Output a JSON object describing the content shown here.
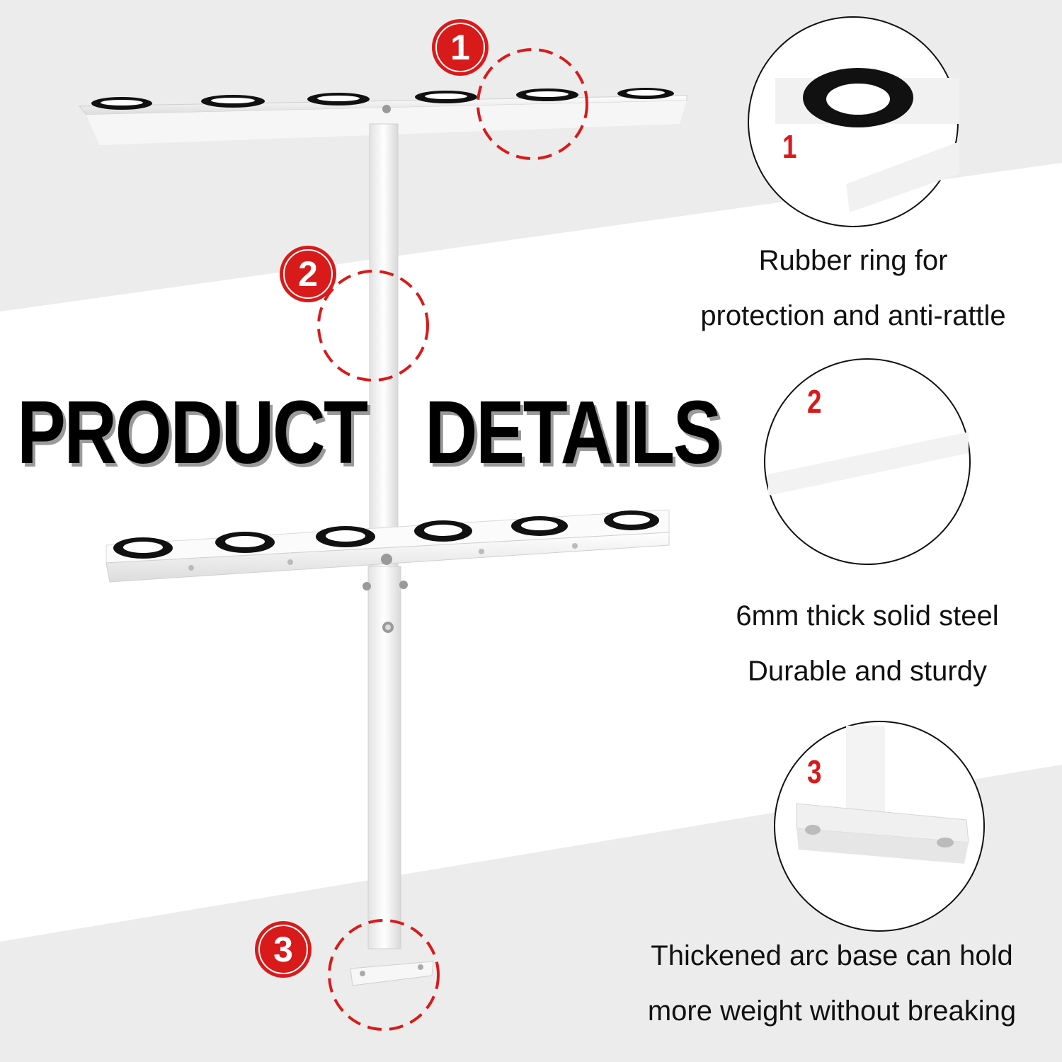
{
  "headline": {
    "word1": "PRODUCT",
    "word2": "DETAILS"
  },
  "markers": [
    "1",
    "2",
    "3"
  ],
  "details": [
    {
      "number": "1",
      "caption_line1": "Rubber ring for",
      "caption_line2": "protection and anti-rattle"
    },
    {
      "number": "2",
      "caption_line1": "6mm thick solid steel",
      "caption_line2": "Durable and sturdy"
    },
    {
      "number": "3",
      "caption_line1": "Thickened arc base can hold",
      "caption_line2": "more weight without breaking"
    }
  ],
  "colors": {
    "accent": "#d91a1a",
    "background_band": "#ececec",
    "steel": "#f7f7f7",
    "rubber": "#111111"
  }
}
